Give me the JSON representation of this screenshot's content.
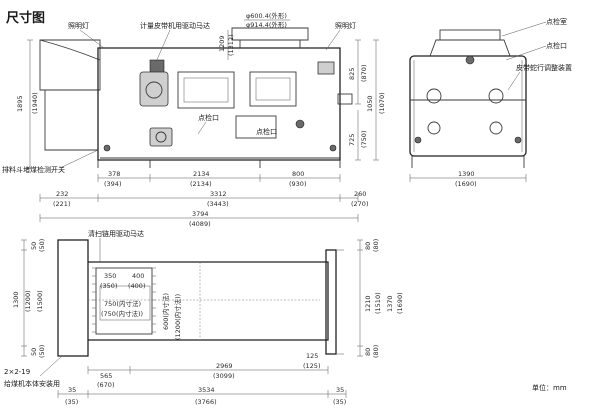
{
  "title": "尺寸图",
  "unit_label": "单位：mm",
  "front_view": {
    "callouts": {
      "light_left": "照明灯",
      "motor_metering": "计量皮带机用驱动马达",
      "light_right": "照明灯",
      "inspection_port_1": "点检口",
      "inspection_port_2": "点检口",
      "discharge_switch": "排料斗堵煤检测开关"
    },
    "dims": {
      "d_outer_1": "φ600.4(外形)",
      "d_outer_2": "φ914.4(外形)",
      "h_1209": "1209",
      "h_1312": "(1312)",
      "h_1895": "1895",
      "h_1940": "(1940)",
      "h_825": "825",
      "h_870": "(870)",
      "h_1050": "1050",
      "h_1070": "(1070)",
      "h_725": "725",
      "h_750": "(750)",
      "w_378": "378",
      "w_394": "(394)",
      "w_2134": "2134",
      "w_2134b": "(2134)",
      "w_800": "800",
      "w_930": "(930)",
      "w_232": "232",
      "w_221": "(221)",
      "w_3312": "3312",
      "w_3443": "(3443)",
      "w_260": "260",
      "w_270": "(270)",
      "w_3794": "3794",
      "w_4089": "(4089)"
    }
  },
  "side_view": {
    "callouts": {
      "inspection_room": "点检室",
      "inspection_port": "点检口",
      "belt_adjust": "皮带蛇行调整装置"
    },
    "dims": {
      "w_1390": "1390",
      "w_1690": "(1690)"
    }
  },
  "plan_view": {
    "callouts": {
      "cleaning_motor": "清扫链用驱动马达",
      "anchor_holes": "2×2-19",
      "mount_note": "给煤机本体安装用"
    },
    "dims": {
      "v_50a": "50",
      "v_50b": "(50)",
      "v_1300": "1300",
      "v_1200": "(1200)",
      "v_1500": "(1500)",
      "v_50c": "50",
      "v_50d": "(50)",
      "w_350": "350",
      "w_350b": "(350)",
      "w_400": "400",
      "w_400b": "(400)",
      "w_750": "750(内寸法)",
      "w_750b": "(750(内寸法))",
      "v_600": "600(内寸法)",
      "v_1200in": "(1200(内寸法))",
      "w_565": "565",
      "w_670": "(670)",
      "w_2969": "2969",
      "w_3099": "(3099)",
      "w_125": "125",
      "w_125b": "(125)",
      "w_35a": "35",
      "w_35b": "(35)",
      "w_3534": "3534",
      "w_3766": "(3766)",
      "w_35c": "35",
      "w_35d": "(35)",
      "v_80a": "80",
      "v_80b": "(80)",
      "v_1210": "1210",
      "v_1510": "(1510)",
      "v_1370": "1370",
      "v_1690": "(1690)",
      "v_80c": "80",
      "v_80d": "(80)"
    }
  }
}
